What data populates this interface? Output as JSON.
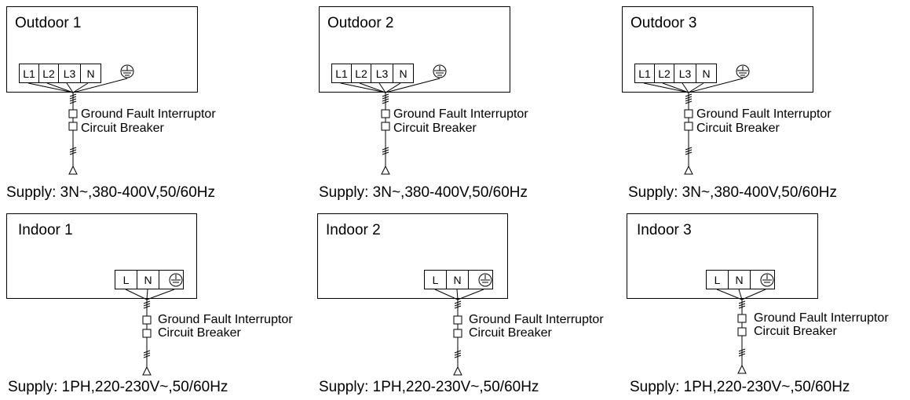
{
  "outdoor": [
    {
      "title": "Outdoor 1",
      "terminals": [
        "L1",
        "L2",
        "L3",
        "N"
      ],
      "ground_icon": "ground-symbol",
      "devices": [
        "Ground Fault Interruptor",
        "Circuit Breaker"
      ],
      "supply": "Supply: 3N~,380-400V,50/60Hz"
    },
    {
      "title": "Outdoor 2",
      "terminals": [
        "L1",
        "L2",
        "L3",
        "N"
      ],
      "ground_icon": "ground-symbol",
      "devices": [
        "Ground Fault Interruptor",
        "Circuit Breaker"
      ],
      "supply": "Supply: 3N~,380-400V,50/60Hz"
    },
    {
      "title": "Outdoor 3",
      "terminals": [
        "L1",
        "L2",
        "L3",
        "N"
      ],
      "ground_icon": "ground-symbol",
      "devices": [
        "Ground Fault Interruptor",
        "Circuit Breaker"
      ],
      "supply": "Supply: 3N~,380-400V,50/60Hz"
    }
  ],
  "indoor": [
    {
      "title": "Indoor 1",
      "terminals": [
        "L",
        "N"
      ],
      "ground_icon": "ground-symbol",
      "devices": [
        "Ground Fault Interruptor",
        "Circuit Breaker"
      ],
      "supply": "Supply: 1PH,220-230V~,50/60Hz"
    },
    {
      "title": "Indoor 2",
      "terminals": [
        "L",
        "N"
      ],
      "ground_icon": "ground-symbol",
      "devices": [
        "Ground Fault Interruptor",
        "Circuit Breaker"
      ],
      "supply": "Supply: 1PH,220-230V~,50/60Hz"
    },
    {
      "title": "Indoor 3",
      "terminals": [
        "L",
        "N"
      ],
      "ground_icon": "ground-symbol",
      "devices": [
        "Ground Fault Interruptor",
        "Circuit Breaker"
      ],
      "supply": "Supply: 1PH,220-230V~,50/60Hz"
    }
  ]
}
